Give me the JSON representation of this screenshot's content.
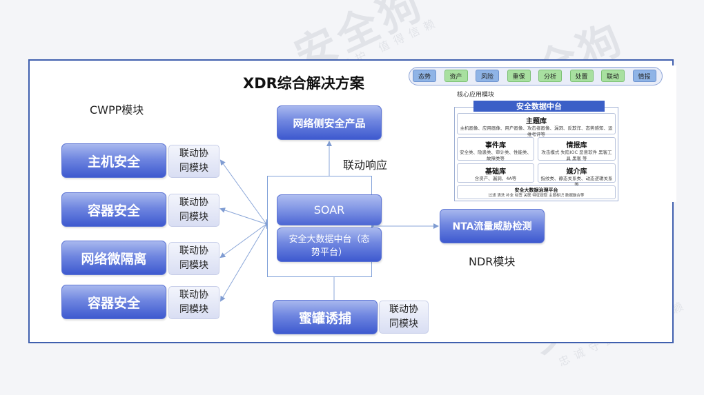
{
  "watermark": {
    "brand": "安全狗",
    "slogan": "忠诚守护 值得信赖"
  },
  "title": "XDR综合解决方案",
  "labels": {
    "cwpp": "CWPP模块",
    "ndr": "NDR模块",
    "response": "联动响应"
  },
  "host_modules": [
    {
      "name": "主机安全",
      "link": "联动协同模块"
    },
    {
      "name": "容器安全",
      "link": "联动协同模块"
    },
    {
      "name": "网络微隔离",
      "link": "联动协同模块"
    },
    {
      "name": "容器安全",
      "link": "联动协同模块"
    }
  ],
  "network_product": "网络侧安全产品",
  "soar": "SOAR",
  "data_center_node": "安全大数据中台（态势平台）",
  "nta": "NTA流量威胁检测",
  "honeypot": {
    "name": "蜜罐诱捕",
    "link": "联动协同模块"
  },
  "inset": {
    "apps": [
      {
        "label": "态势",
        "style": "b"
      },
      {
        "label": "资产",
        "style": "g"
      },
      {
        "label": "风险",
        "style": "b"
      },
      {
        "label": "重保",
        "style": "g"
      },
      {
        "label": "分析",
        "style": "g"
      },
      {
        "label": "处置",
        "style": "g"
      },
      {
        "label": "联动",
        "style": "g"
      },
      {
        "label": "情报",
        "style": "b"
      }
    ],
    "core_apps_label": "核心应用模块",
    "data_center_title": "安全数据中台",
    "theme": {
      "title": "主题库",
      "text": "主机画像、应用画像、用户画像、攻击者画像、漏洞、反欺诈、态势感知、运维考评等"
    },
    "event": {
      "title": "事件库",
      "text": "安全类、隐患类、审计类、性能类、故障类等"
    },
    "intel": {
      "title": "情报库",
      "text": "攻击模式 失陷IOC 恶意软件 黑客工具 黑客 等"
    },
    "base": {
      "title": "基础库",
      "text": "含资产、漏洞、4A等"
    },
    "medium": {
      "title": "媒介库",
      "text": "指纹类、静态关系类、动态逻辑关系等"
    },
    "governance": {
      "title": "安全大数据治理平台",
      "text": "过滤 清洗 补全 标签 关联 特征提取 主题标识 数据融合等"
    }
  }
}
